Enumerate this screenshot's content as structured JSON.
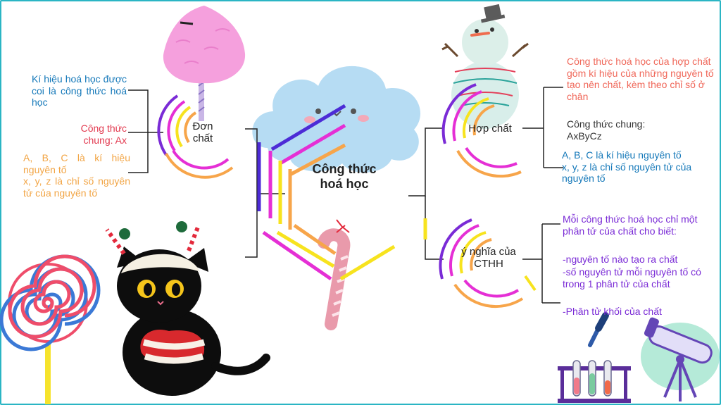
{
  "center": {
    "title": "Công thức hoá học"
  },
  "branches": {
    "don_chat": {
      "label": "Đơn chất",
      "note_1": "Kí hiệu hoá học được coi là công thức hoá học",
      "note_2": "Công thức chung: Ax",
      "note_3": "A, B, C là kí hiệu nguyên tố\nx, y, z là chỉ số nguyên tử của nguyên tố"
    },
    "hop_chat": {
      "label": "Hợp chất",
      "note_1": "Công thức hoá học của hợp chất gồm kí hiệu của những nguyên tố tạo nên chất, kèm theo chỉ số ở chân",
      "note_2": "Công thức chung: AxByCz",
      "note_3": "A, B, C là kí hiệu nguyên tố\nx, y, z là chỉ số nguyên tử của nguyên tố"
    },
    "y_nghia": {
      "label": "ý nghĩa của CTHH",
      "note_1": "Mỗi công thức hoá học chỉ một phân tử của chất cho biết:",
      "note_2": "-nguyên tố nào tạo ra chất",
      "note_3": "-số nguyên tử mỗi nguyên tố có trong 1 phân tử của chất",
      "note_4": "-Phân tử khối của chất"
    }
  },
  "colors": {
    "frame": "#2bb5c4",
    "blue_text": "#1478b9",
    "red_text": "#e2384e",
    "orange_text": "#f2a545",
    "salmon_text": "#f0685a",
    "violet_text": "#7a2bd6",
    "arc_purple": "#7a2bd6",
    "arc_magenta": "#e52fd5",
    "arc_yellow": "#f7e31e",
    "arc_orange": "#f7a54a"
  },
  "illustrations": [
    "cotton-candy",
    "cloud-face",
    "snowman",
    "candy-cane",
    "black-cat",
    "lollipop",
    "test-tubes",
    "dropper",
    "telescope"
  ]
}
